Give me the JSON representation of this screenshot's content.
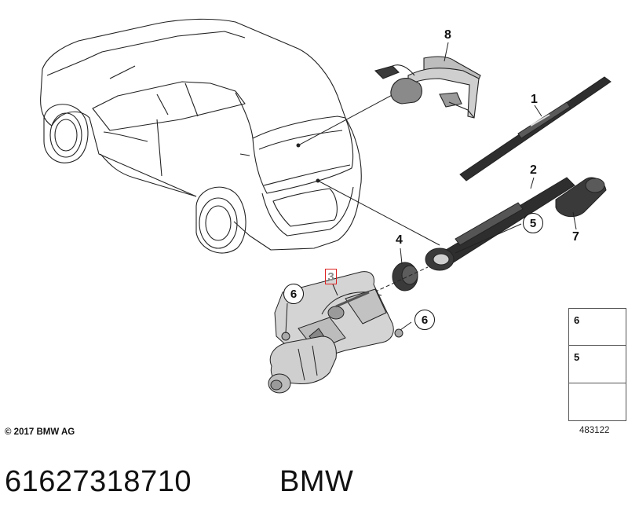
{
  "callouts": {
    "c1": "1",
    "c2": "2",
    "c3": "3",
    "c4": "4",
    "c5": "5",
    "c6a": "6",
    "c6b": "6",
    "c7": "7",
    "c8": "8"
  },
  "legend": {
    "item_6": "6",
    "item_5": "5"
  },
  "copyright": "© 2017 BMW AG",
  "image_number": "483122",
  "footer": {
    "part_number": "61627318710",
    "brand": "BMW"
  },
  "colors": {
    "highlight_box": "#dd2222",
    "line": "#222222",
    "part_fill": "#d4d4d4",
    "dark_part": "#3a3a3a"
  }
}
